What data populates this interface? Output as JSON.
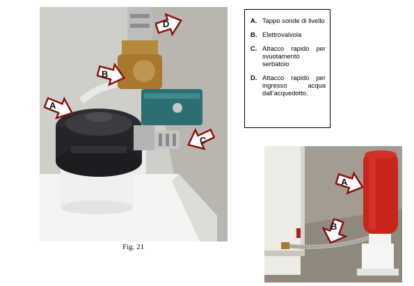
{
  "figure": {
    "caption": "Fig. 21"
  },
  "legend": {
    "items": [
      {
        "letter": "A.",
        "text": "Tappo sonde di livello"
      },
      {
        "letter": "B.",
        "text": "Elettrovalvola"
      },
      {
        "letter": "C.",
        "text": "Attacco rapido per svuotamento serbatoio"
      },
      {
        "letter": "D.",
        "text": "Attacco rapido per ingresso acqua dall’acquedotto."
      }
    ]
  },
  "callouts_main": {
    "a": "A",
    "b": "B",
    "c": "C",
    "d": "D"
  },
  "callouts_second": {
    "a": "A",
    "b": "B"
  },
  "colors": {
    "arrow_outline": "#8b0f0f",
    "arrow_fill": "#ffffff",
    "tank_red": "#c8251d",
    "valve_brass": "#a8782e",
    "coil_teal": "#2d6e73"
  }
}
